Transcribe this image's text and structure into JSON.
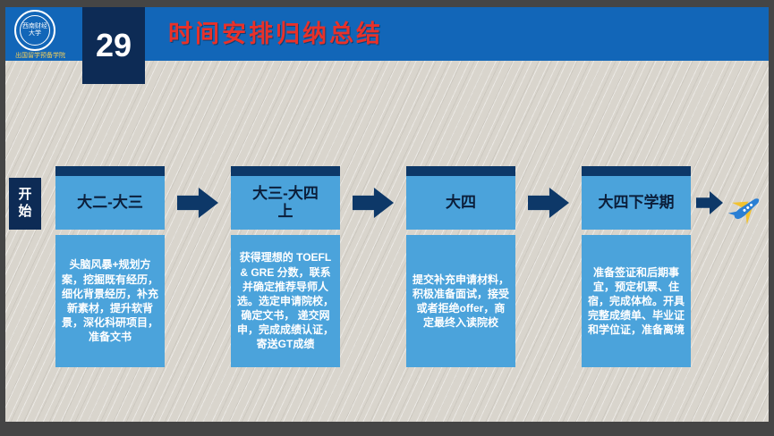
{
  "header": {
    "slide_number": "29",
    "title": "时间安排归纳总结",
    "logo": {
      "university": "西南财经大学",
      "subtitle": "出国留学预备学院"
    }
  },
  "flow": {
    "start_label": "开始",
    "stages": [
      {
        "title": "大二-大三",
        "body": "头脑风暴+规划方案，挖掘既有经历，细化背景经历，补充新素材，提升软背景，深化科研项目，准备文书"
      },
      {
        "title": "大三-大四上",
        "body": "获得理想的 TOEFL & GRE 分数，联系并确定推荐导师人选。选定申请院校，确定文书， 递交网申，完成成绩认证， 寄送GT成绩"
      },
      {
        "title": "大四",
        "body": "提交补充申请材料，积极准备面试，接受或者拒绝offer，商定最终入读院校"
      },
      {
        "title": "大四下学期",
        "body": "准备签证和后期事宜，预定机票、住宿，完成体检。开具完整成绩单、毕业证和学位证，准备离境"
      }
    ],
    "end_icon": "airplane-icon"
  },
  "colors": {
    "header_blue": "#1266b8",
    "navy": "#0d3868",
    "dark_navy": "#0d2b55",
    "stage_blue": "#4ba3db",
    "title_red": "#e8312a",
    "slide_bg": "#d9d5cd"
  }
}
